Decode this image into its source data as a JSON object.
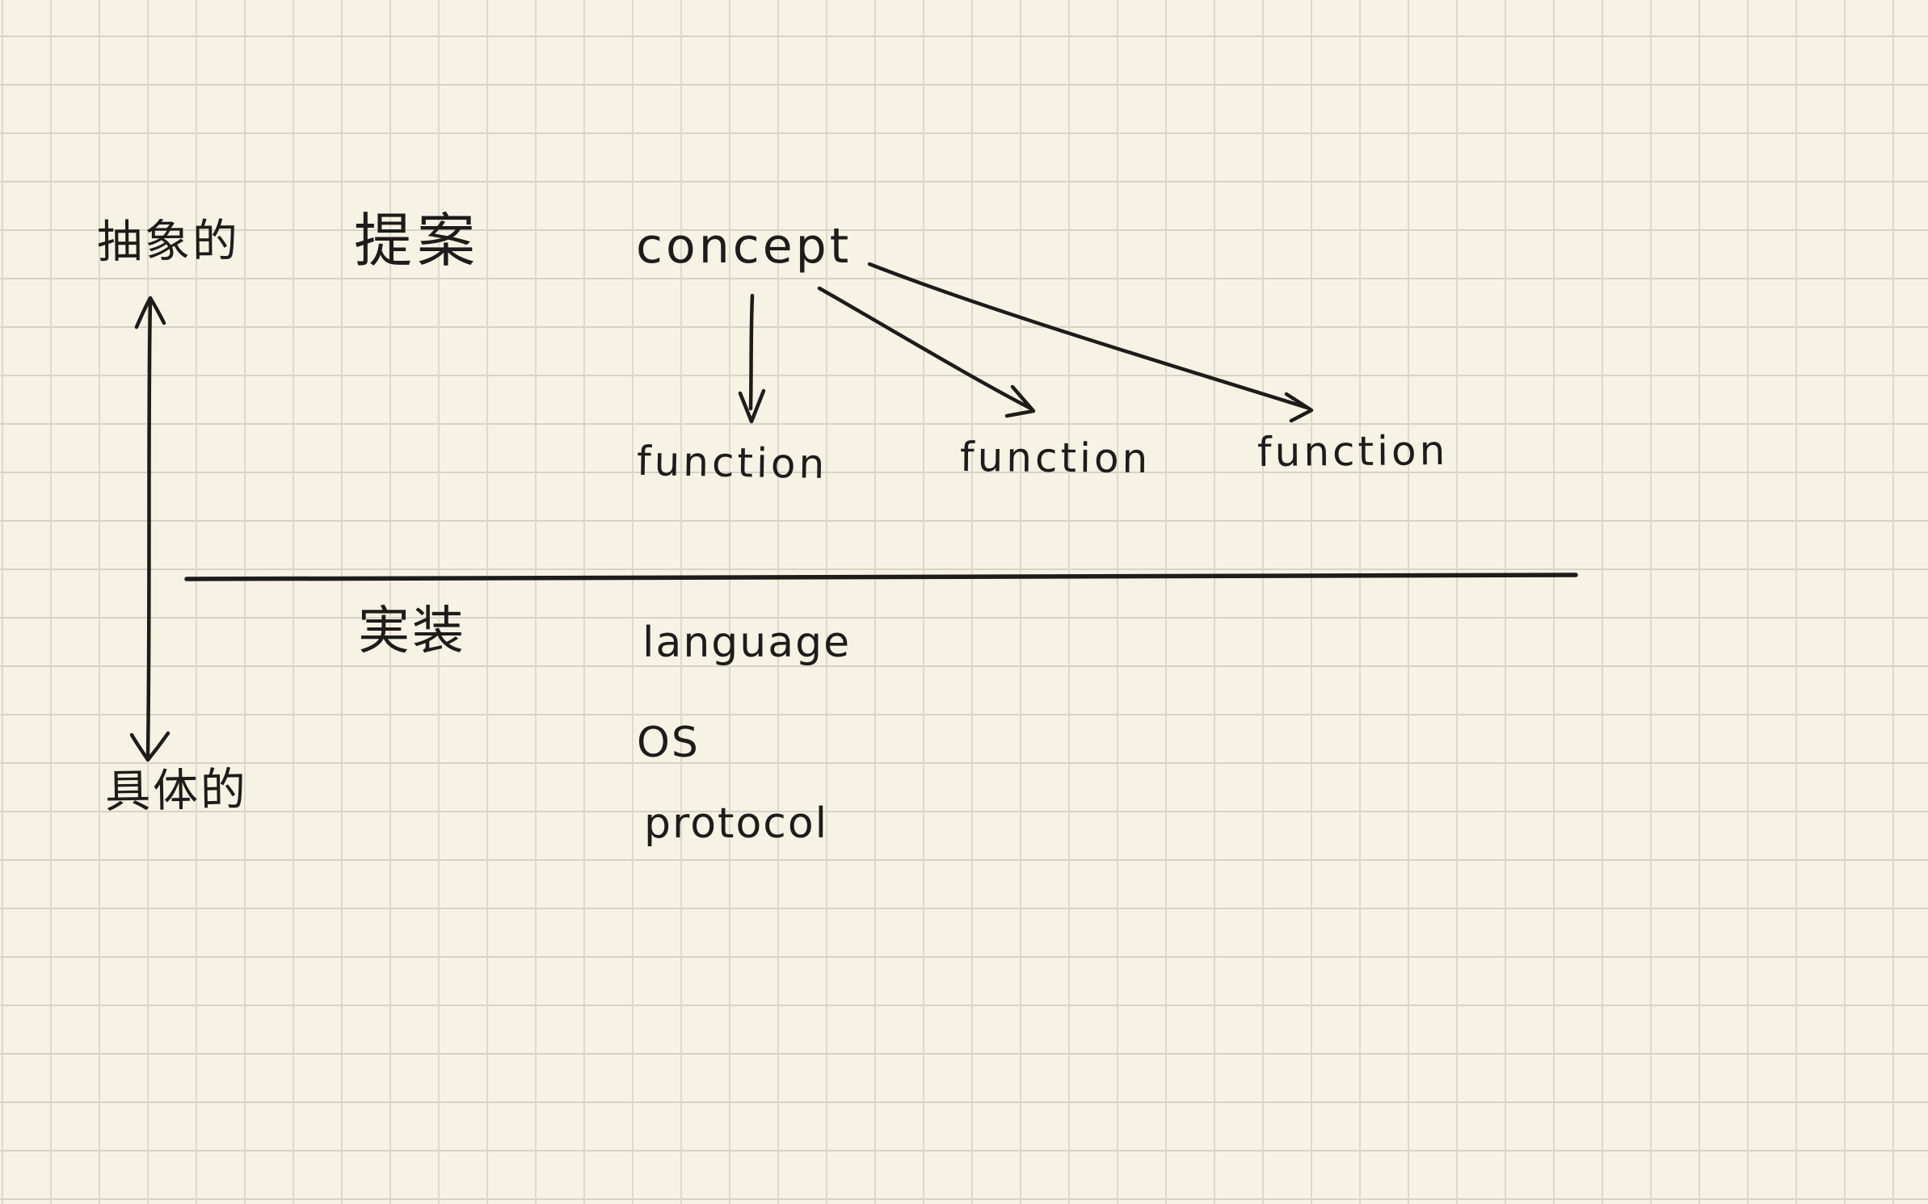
{
  "canvas": {
    "background_color": "#f6f3e5",
    "grid_color": "#dcd9cb",
    "ink_color": "#1d1c1a"
  },
  "axis": {
    "top_label": "抽象的",
    "bottom_label": "具体的",
    "description": "vertical double-headed arrow from abstract (top) to concrete (bottom)"
  },
  "sections": {
    "upper_label": "提案",
    "lower_label": "実装"
  },
  "diagram": {
    "root": "concept",
    "children": [
      "function",
      "function",
      "function"
    ],
    "implementations": [
      "language",
      "OS",
      "protocol"
    ]
  }
}
